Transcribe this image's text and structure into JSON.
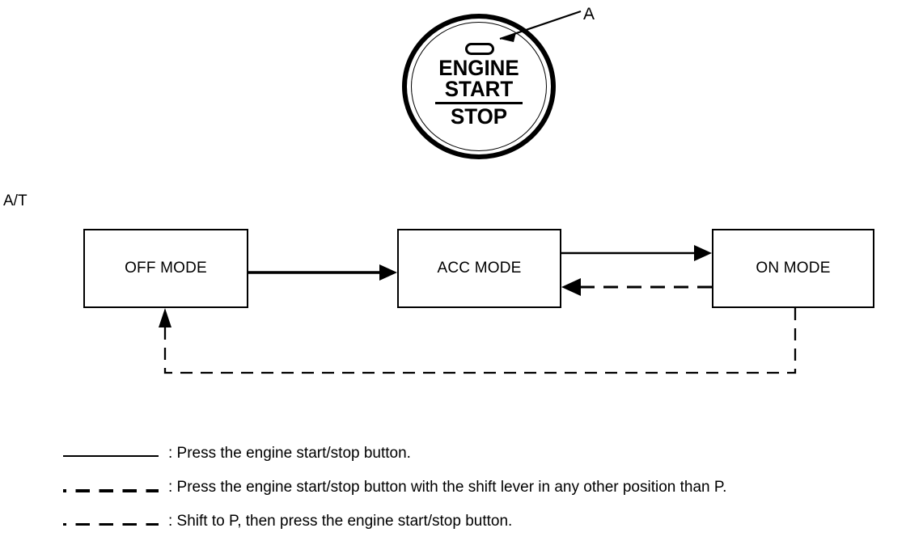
{
  "figure": {
    "at_label": "A/T",
    "callout": {
      "label": "A",
      "target": "indicator-lamp"
    }
  },
  "start_button": {
    "line1": "ENGINE",
    "line2": "START",
    "line3": "STOP"
  },
  "flow": {
    "boxes": [
      {
        "id": "off",
        "label": "OFF MODE"
      },
      {
        "id": "acc",
        "label": "ACC MODE"
      },
      {
        "id": "on",
        "label": "ON MODE"
      }
    ],
    "transitions": [
      {
        "from": "off",
        "to": "acc",
        "style": "solid"
      },
      {
        "from": "acc",
        "to": "on",
        "style": "solid"
      },
      {
        "from": "on",
        "to": "acc",
        "style": "dashed-thick"
      },
      {
        "from": "on",
        "to": "off",
        "style": "dashed-thin"
      }
    ]
  },
  "legend": {
    "rows": [
      {
        "style": "solid",
        "text": ": Press the engine start/stop button."
      },
      {
        "style": "dash-thick",
        "text": ": Press the engine start/stop button with the shift lever in any other position than P."
      },
      {
        "style": "dash-thin",
        "text": ": Shift to P, then press the engine start/stop button."
      }
    ]
  },
  "colors": {
    "ink": "#000000",
    "paper": "#ffffff"
  }
}
